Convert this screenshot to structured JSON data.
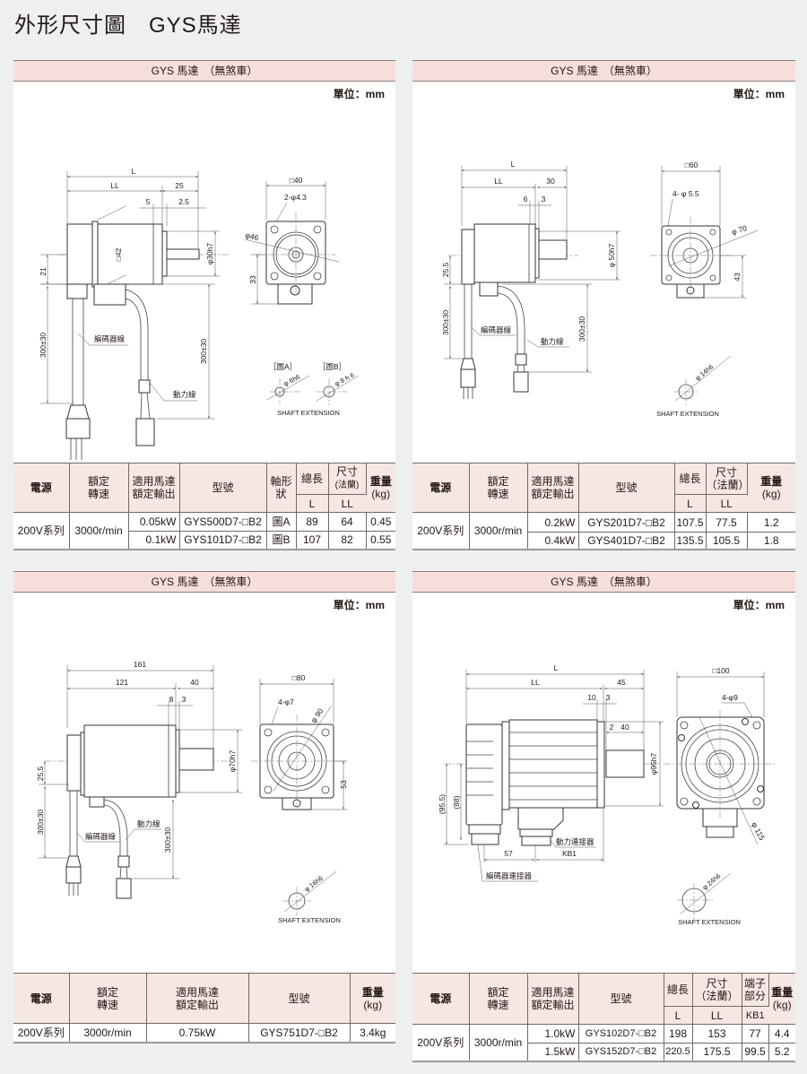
{
  "page_title": "外形尺寸圖　GYS馬達",
  "panels": [
    {
      "header": "GYS 馬達　（無煞車）",
      "unit": "單位：mm",
      "drawing": {
        "L": "L",
        "LL": "LL",
        "d25": "25",
        "d5": "5",
        "d2_5": "2.5",
        "sq42": "□42",
        "phi30": "φ30h7",
        "d21": "21",
        "cable1": "300±30",
        "cable2": "300±30",
        "encoder_cable": "編碼器線",
        "power_cable": "動力線",
        "sq40": "□40",
        "holes": "2-φ4.3",
        "phi46": "φ46",
        "d33": "33",
        "figA": "［圖A］",
        "figB": "［圖B］",
        "shaftA": "φ 6h6",
        "shaftB": "φ 8 h 6",
        "shaft_ext": "SHAFT EXTENSION"
      },
      "table": {
        "headers": {
          "power": "電源",
          "speed": "額定轉速",
          "output": "適用馬達額定輸出",
          "model": "型號",
          "shaft": "軸形狀",
          "total": "總長",
          "flange": "尺寸",
          "flange_sub": "(法蘭)",
          "weight": "重量",
          "weight_unit": "(kg)",
          "L": "L",
          "LL": "LL"
        },
        "power": "200V系列",
        "speed": "3000r/min",
        "rows": [
          {
            "output": "0.05kW",
            "model": "GYS500D7-□B2",
            "shaft": "圖A",
            "L": "89",
            "LL": "64",
            "weight": "0.45"
          },
          {
            "output": "0.1kW",
            "model": "GYS101D7-□B2",
            "shaft": "圖B",
            "L": "107",
            "LL": "82",
            "weight": "0.55"
          }
        ]
      }
    },
    {
      "header": "GYS 馬達　（無煞車）",
      "unit": "單位：mm",
      "drawing": {
        "L": "L",
        "LL": "LL",
        "d30": "30",
        "d6": "6",
        "d3": "3",
        "phi50": "φ 50h7",
        "d25_5": "25.5",
        "cable1": "300±30",
        "cable2": "300±30",
        "encoder_cable": "編碼器線",
        "power_cable": "動力線",
        "sq60": "□60",
        "holes": "4- φ 5.5",
        "phi70": "φ 70",
        "d43": "43",
        "shaft": "φ 14h6",
        "shaft_ext": "SHAFT EXTENSION"
      },
      "table": {
        "headers": {
          "power": "電源",
          "speed": "額定轉速",
          "output": "適用馬達額定輸出",
          "model": "型號",
          "total": "總長",
          "flange": "尺寸",
          "flange_sub": "（法蘭）",
          "weight": "重量",
          "weight_unit": "(kg)",
          "L": "L",
          "LL": "LL"
        },
        "power": "200V系列",
        "speed": "3000r/min",
        "rows": [
          {
            "output": "0.2kW",
            "model": "GYS201D7-□B2",
            "L": "107.5",
            "LL": "77.5",
            "weight": "1.2"
          },
          {
            "output": "0.4kW",
            "model": "GYS401D7-□B2",
            "L": "135.5",
            "LL": "105.5",
            "weight": "1.8"
          }
        ]
      }
    },
    {
      "header": "GYS 馬達　（無煞車）",
      "unit": "單位：mm",
      "drawing": {
        "d161": "161",
        "d121": "121",
        "d40": "40",
        "d8": "8",
        "d3": "3",
        "phi70": "φ70h7",
        "d25_5": "25.5",
        "cable1": "300±30",
        "cable2": "300±30",
        "encoder_cable": "編碼器線",
        "power_cable": "動力線",
        "sq80": "□80",
        "holes": "4-φ7",
        "phi90": "φ 90",
        "d53": "53",
        "shaft": "φ 16h6",
        "shaft_ext": "SHAFT EXTENSION"
      },
      "table": {
        "headers": {
          "power": "電源",
          "speed": "額定轉速",
          "output": "適用馬達額定輸出",
          "model": "型號",
          "weight": "重量",
          "weight_unit": "(kg)"
        },
        "rows": [
          {
            "power": "200V系列",
            "speed": "3000r/min",
            "output": "0.75kW",
            "model": "GYS751D7-□B2",
            "weight": "3.4kg"
          }
        ]
      }
    },
    {
      "header": "GYS 馬達　（無煞車）",
      "unit": "單位：mm",
      "drawing": {
        "L": "L",
        "LL": "LL",
        "d45": "45",
        "d10": "10",
        "d3": "3",
        "d2": "2",
        "d40": "40",
        "phi95": "φ95h7",
        "d95_5": "(95.5)",
        "d88": "(88)",
        "d57": "57",
        "KB1": "KB1",
        "power_conn": "動力連接器",
        "encoder_conn": "編碼器連接器",
        "sq100": "□100",
        "holes": "4-φ9",
        "phi115": "φ 115",
        "shaft": "φ 24h6",
        "shaft_ext": "SHAFT EXTENSION"
      },
      "table": {
        "headers": {
          "power": "電源",
          "speed": "額定轉速",
          "output": "適用馬達額定輸出",
          "model": "型號",
          "total": "總長",
          "flange": "尺寸",
          "flange_sub": "（法蘭）",
          "term": "端子部分",
          "weight": "重量",
          "weight_unit": "(kg)",
          "L": "L",
          "LL": "LL",
          "KB1": "KB1"
        },
        "power": "200V系列",
        "speed": "3000r/min",
        "rows": [
          {
            "output": "1.0kW",
            "model": "GYS102D7-□B2",
            "L": "198",
            "LL": "153",
            "KB1": "77",
            "weight": "4.4"
          },
          {
            "output": "1.5kW",
            "model": "GYS152D7-□B2",
            "L": "220.5",
            "LL": "175.5",
            "KB1": "99.5",
            "weight": "5.2"
          }
        ]
      }
    }
  ]
}
